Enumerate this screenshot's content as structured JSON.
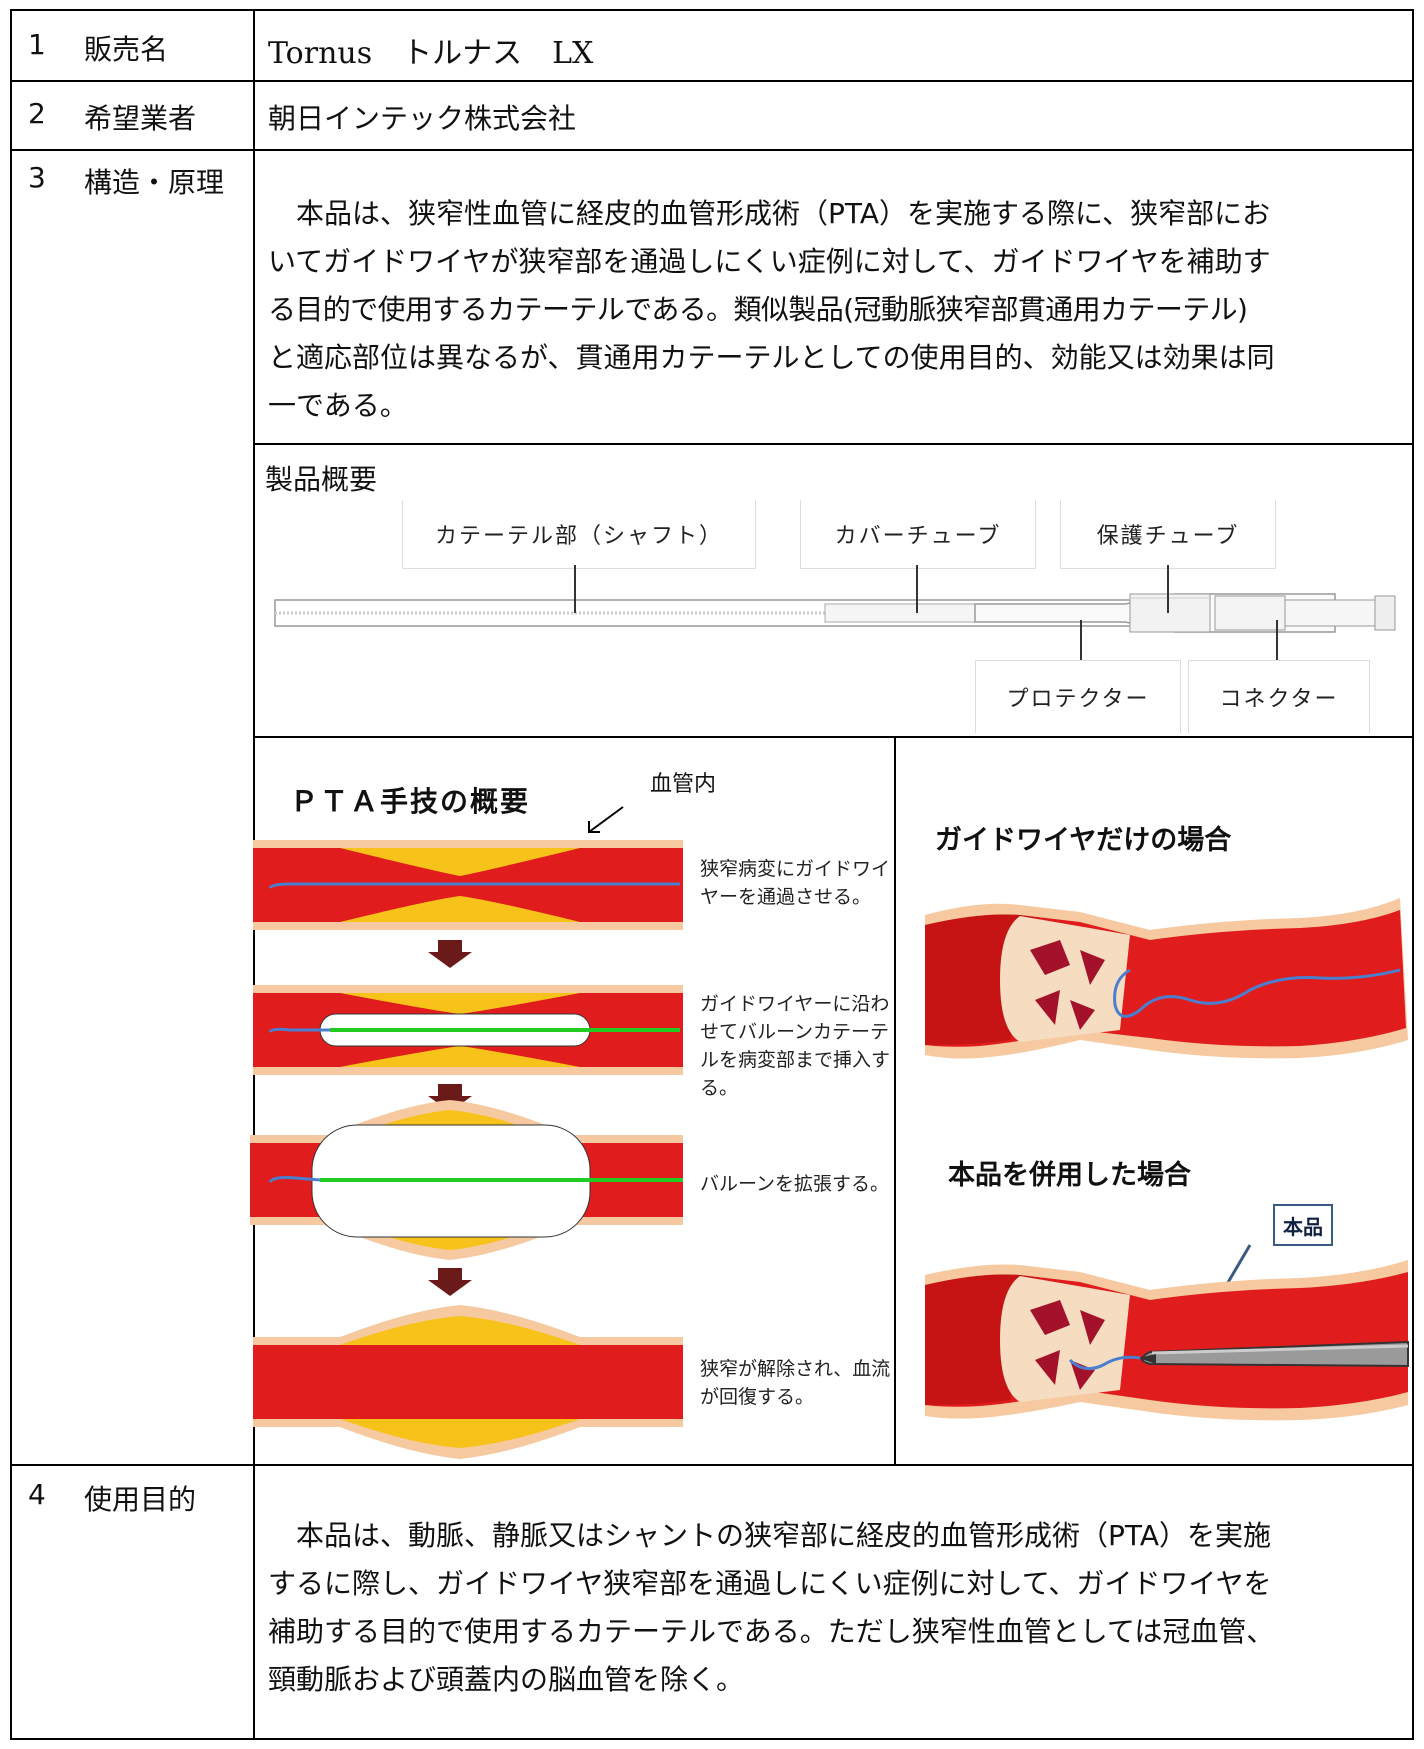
{
  "rows": [
    {
      "num": "1",
      "label": "販売名",
      "value": "Tornus　トルナス　LX"
    },
    {
      "num": "2",
      "label": "希望業者",
      "value": "朝日インテック株式会社"
    },
    {
      "num": "3",
      "label": "構造・原理"
    },
    {
      "num": "4",
      "label": "使用目的"
    }
  ],
  "structure": {
    "lines": [
      "　本品は、狭窄性血管に経皮的血管形成術（PTA）を実施する際に、狭窄部にお",
      "いてガイドワイヤが狭窄部を通過しにくい症例に対して、ガイドワイヤを補助す",
      "る目的で使用するカテーテルである。類似製品(冠動脈狭窄部貫通用カテーテル)",
      "と適応部位は異なるが、貫通用カテーテルとしての使用目的、効能又は効果は同",
      "一である。"
    ],
    "overview_title": "製品概要",
    "catheter_labels": {
      "shaft": "カテーテル部（シャフト）",
      "cover_tube": "カバーチューブ",
      "protect_tube": "保護チューブ",
      "protector": "プロテクター",
      "connector": "コネクター"
    },
    "pta": {
      "title": "ＰＴＡ手技の概要",
      "vessel_label": "血管内",
      "steps": [
        [
          "狭窄病変にガイドワイ",
          "ヤーを通過させる。"
        ],
        [
          "ガイドワイヤーに沿わ",
          "せてバルーンカテーテ",
          "ルを病変部まで挿入す",
          "る。"
        ],
        [
          "バルーンを拡張する。"
        ],
        [
          "狭窄が解除され、血流",
          "が回復する。"
        ]
      ]
    },
    "compare": {
      "guidewire_only": "ガイドワイヤだけの場合",
      "with_product": "本品を併用した場合",
      "product_tag": "本品"
    }
  },
  "purpose": {
    "lines": [
      "　本品は、動脈、静脈又はシャントの狭窄部に経皮的血管形成術（PTA）を実施",
      "するに際し、ガイドワイヤ狭窄部を通過しにくい症例に対して、ガイドワイヤを",
      "補助する目的で使用するカテーテルである。ただし狭窄性血管としては冠血管、",
      "頸動脈および頭蓋内の脳血管を除く。"
    ]
  },
  "colors": {
    "vessel_red": "#e11c1c",
    "vessel_dark": "#b40f0f",
    "plaque_yellow": "#f7c21a",
    "wall_peach": "#f6c9a0",
    "wire_blue": "#4a7fd0",
    "balloon_green": "#22cc22",
    "arrow_brown": "#6b1a1a"
  }
}
